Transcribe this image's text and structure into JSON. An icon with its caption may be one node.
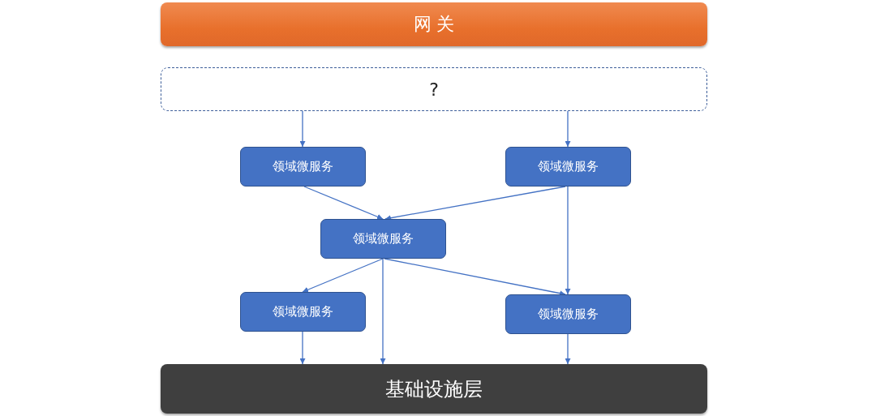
{
  "diagram": {
    "nodes": [
      {
        "text": [
          "网 关"
        ]
      },
      {
        "text": [
          "?"
        ]
      },
      {
        "text": [
          "领域微服务"
        ]
      },
      {
        "text": [
          "领域微服务"
        ]
      },
      {
        "text": [
          "领域微服务"
        ]
      },
      {
        "text": [
          "领域微服务"
        ]
      },
      {
        "text": [
          "领域微服务"
        ]
      },
      {
        "text": [
          "基础设施层"
        ]
      }
    ],
    "edges": [
      {
        "from": 1,
        "to": 2,
        "arrow": "to"
      },
      {
        "from": 1,
        "to": 3,
        "arrow": "to"
      },
      {
        "from": 2,
        "to": 4,
        "arrow": "to"
      },
      {
        "from": 3,
        "to": 4,
        "arrow": "to"
      },
      {
        "from": 3,
        "to": 6,
        "arrow": "to"
      },
      {
        "from": 4,
        "to": 5,
        "arrow": "to"
      },
      {
        "from": 4,
        "to": 6,
        "arrow": "to"
      },
      {
        "from": 4,
        "to": 7,
        "arrow": "to"
      },
      {
        "from": 5,
        "to": 7,
        "arrow": "to"
      },
      {
        "from": 6,
        "to": 7,
        "arrow": "to"
      }
    ]
  }
}
